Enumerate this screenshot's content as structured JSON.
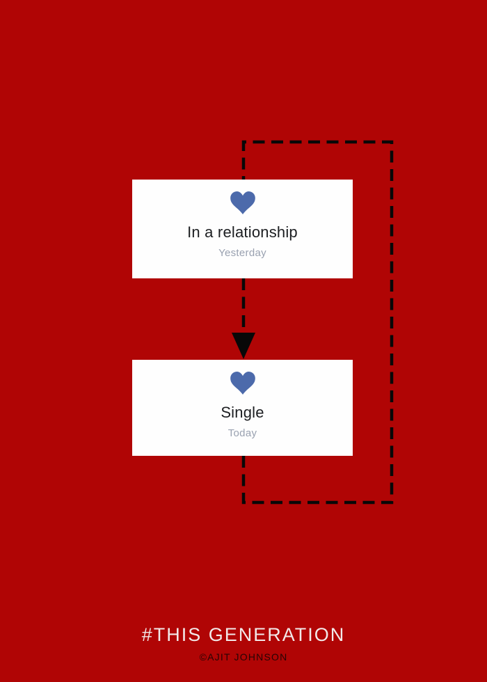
{
  "poster": {
    "background_color": "#b00505",
    "card_color": "#fefefe",
    "line_color": "#080808",
    "heart_color": "#4c6aab",
    "status_text_color": "#1c1e21",
    "time_text_color": "#99a1b0"
  },
  "cards": [
    {
      "icon": "heart-icon",
      "status": "In a relationship",
      "time": "Yesterday"
    },
    {
      "icon": "heart-icon",
      "status": "Single",
      "time": "Today"
    }
  ],
  "flow": {
    "arrow_icon": "down-arrow-icon",
    "loop_style": "dashed"
  },
  "footer": {
    "hashtag": "#THIS GENERATION",
    "credit": "©AJIT JOHNSON"
  }
}
